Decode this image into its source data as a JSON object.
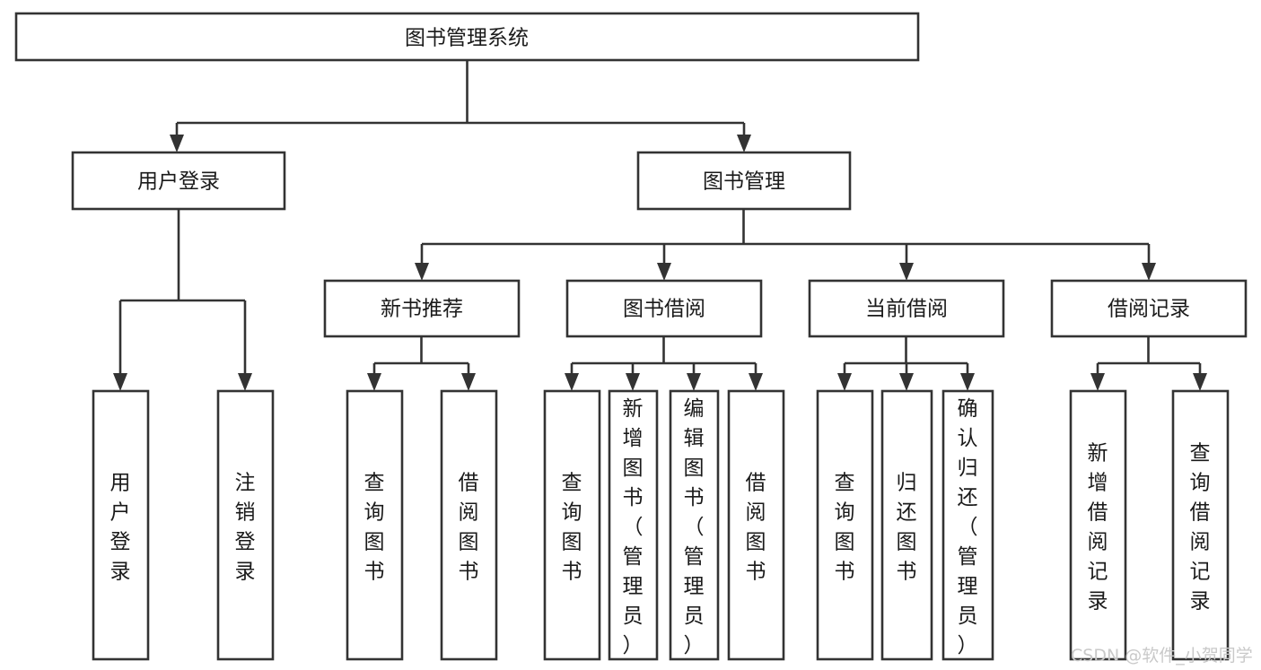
{
  "diagram": {
    "title": "图书管理系统",
    "type": "tree-hierarchy-chart",
    "root": {
      "label": "图书管理系统"
    },
    "level2": [
      {
        "label": "用户登录"
      },
      {
        "label": "图书管理"
      }
    ],
    "level3": [
      {
        "label": "新书推荐"
      },
      {
        "label": "图书借阅"
      },
      {
        "label": "当前借阅"
      },
      {
        "label": "借阅记录"
      }
    ],
    "leaves": {
      "user_login": [
        {
          "label": "用户登录"
        },
        {
          "label": "注销登录"
        }
      ],
      "new_book_recommend": [
        {
          "label": "查询图书"
        },
        {
          "label": "借阅图书"
        }
      ],
      "book_borrow": [
        {
          "label": "查询图书"
        },
        {
          "label": "新增图书（管理员）"
        },
        {
          "label": "编辑图书（管理员）"
        },
        {
          "label": "借阅图书"
        }
      ],
      "current_borrow": [
        {
          "label": "查询图书"
        },
        {
          "label": "归还图书"
        },
        {
          "label": "确认归还（管理员）"
        }
      ],
      "borrow_record": [
        {
          "label": "新增借阅记录"
        },
        {
          "label": "查询借阅记录"
        }
      ]
    }
  },
  "watermark": {
    "text": "CSDN @软件_小贺同学"
  },
  "colors": {
    "stroke": "#333333",
    "box_fill": "#ffffff",
    "text": "#1a1a1a",
    "watermark": "#c9c9c9",
    "background": "#ffffff"
  }
}
